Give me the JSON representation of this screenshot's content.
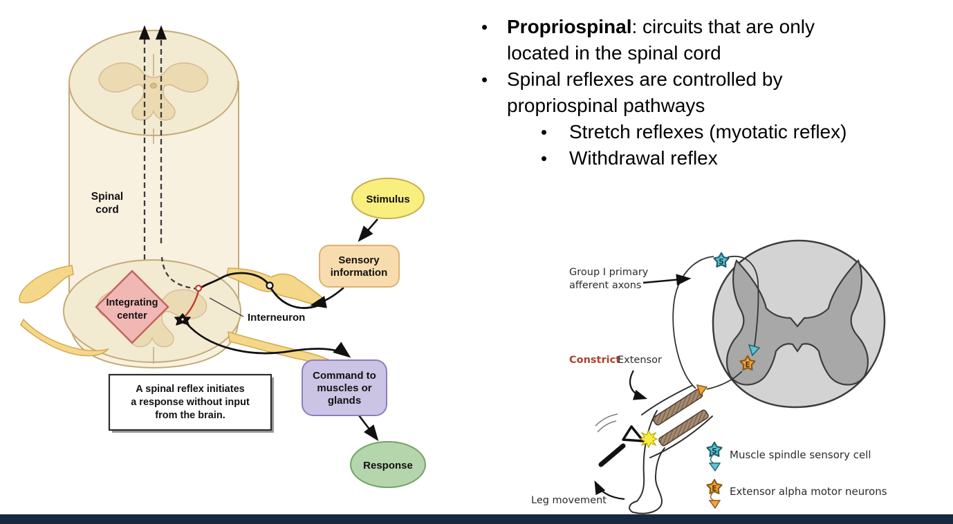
{
  "slide": {
    "background": "#ffffff",
    "bottom_bar_color": "#16293e"
  },
  "bullets": {
    "marker": "•",
    "item1": {
      "term": "Propriospinal",
      "line1_rest": ": circuits that are only",
      "line2": "located in the spinal cord"
    },
    "item2": {
      "line1": "Spinal reflexes are controlled by",
      "line2": "propriospinal pathways"
    },
    "sub1": "Stretch reflexes (myotatic reflex)",
    "sub2": "Withdrawal reflex"
  },
  "reflex_arc": {
    "spinal1": "Spinal",
    "spinal2": "cord",
    "integ1": "Integrating",
    "integ2": "center",
    "interneuron": "Interneuron",
    "stimulus": "Stimulus",
    "sensory1": "Sensory",
    "sensory2": "information",
    "command1": "Command to",
    "command2": "muscles or",
    "command3": "glands",
    "response": "Response",
    "cap_a": "A ",
    "cap_bold": "spinal reflex",
    "cap_rest": " initiates",
    "cap_l2": "a response without input",
    "cap_l3": "from the brain.",
    "colors": {
      "stimulus_fill": "#f8ef7e",
      "stimulus_stroke": "#c9ac50",
      "sensory_fill": "#f8dcae",
      "sensory_stroke": "#d8b276",
      "command_fill": "#cbc4e4",
      "command_stroke": "#8d7cbc",
      "response_fill": "#b5d5ac",
      "response_stroke": "#72a369",
      "integrating_fill": "#f0b7b5",
      "integrating_stroke": "#c4625f",
      "cord_fill": "#f8f1e0",
      "cord_face": "#f3ead2",
      "cord_stroke": "#c3ab78",
      "gray_matter_fill": "#ebdab2",
      "gray_matter_stroke": "#d3ba8c",
      "nerve_fill": "#f5d78a",
      "nerve_stroke": "#d2a94f",
      "interneuron_red": "#c0392b"
    }
  },
  "stretch_reflex": {
    "group1_l1": "Group I primary",
    "group1_l2": "afferent axons",
    "constrict": "Constrict",
    "extensor": "Extensor",
    "leg": "Leg movement",
    "legend": [
      {
        "symbol": "S",
        "label": "Muscle spindle sensory cell"
      },
      {
        "symbol": "E",
        "label": "Extensor alpha motor neurons"
      }
    ],
    "colors": {
      "cord_gray": "#d3d3d3",
      "gray_matter": "#a8a8a8",
      "outline": "#3c3c3c",
      "sensory_teal": "#5ec3d0",
      "teal_stroke": "#20616e",
      "motor_orange": "#f1a33c",
      "orange_stroke": "#8a5a14",
      "muscle_brown": "#a58a72",
      "muscle_stripe": "#6c533f",
      "constrict_red": "#b0402a",
      "spark_yellow": "#f8ec3d"
    }
  }
}
